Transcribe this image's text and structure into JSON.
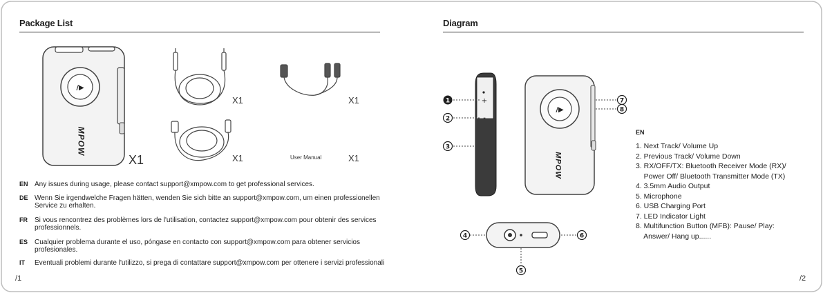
{
  "left": {
    "title": "Package List",
    "quantities": [
      "X1",
      "X1",
      "X1",
      "X1",
      "X1"
    ],
    "manual_label": "User Manual",
    "device_brand": "MPOW",
    "messages": [
      {
        "code": "EN",
        "text": "Any issues during usage, please contact support@xmpow.com to get professional services."
      },
      {
        "code": "DE",
        "text": "Wenn Sie irgendwelche Fragen hätten, wenden Sie sich bitte an support@xmpow.com, um einen professionellen Service zu erhalten."
      },
      {
        "code": "FR",
        "text": "Si vous rencontrez des problèmes lors de l'utilisation, contactez support@xmpow.com pour obtenir des services professionnels."
      },
      {
        "code": "ES",
        "text": "Cualquier problema durante el uso, póngase en contacto con support@xmpow.com para obtener servicios profesionales."
      },
      {
        "code": "IT",
        "text": "Eventuali problemi durante l'utilizzo, si prega di contattare support@xmpow.com per ottenere i servizi professionali"
      }
    ],
    "page_number": "/1"
  },
  "right": {
    "title": "Diagram",
    "callouts": [
      "1",
      "2",
      "3",
      "4",
      "5",
      "6",
      "7",
      "8"
    ],
    "device_marks": [
      "+",
      "-"
    ],
    "device_brand": "MPOW",
    "lang": "EN",
    "legend": [
      "1. Next Track/ Volume Up",
      "2. Previous Track/ Volume Down",
      "3. RX/OFF/TX: Bluetooth Receiver Mode (RX)/",
      "    Power Off/ Bluetooth Transmitter Mode (TX)",
      "4. 3.5mm Audio Output",
      "5. Microphone",
      "6. USB Charging Port",
      "7. LED Indicator Light",
      "8. Multifunction Button (MFB): Pause/ Play:",
      "    Answer/ Hang up......"
    ],
    "page_number": "/2"
  }
}
